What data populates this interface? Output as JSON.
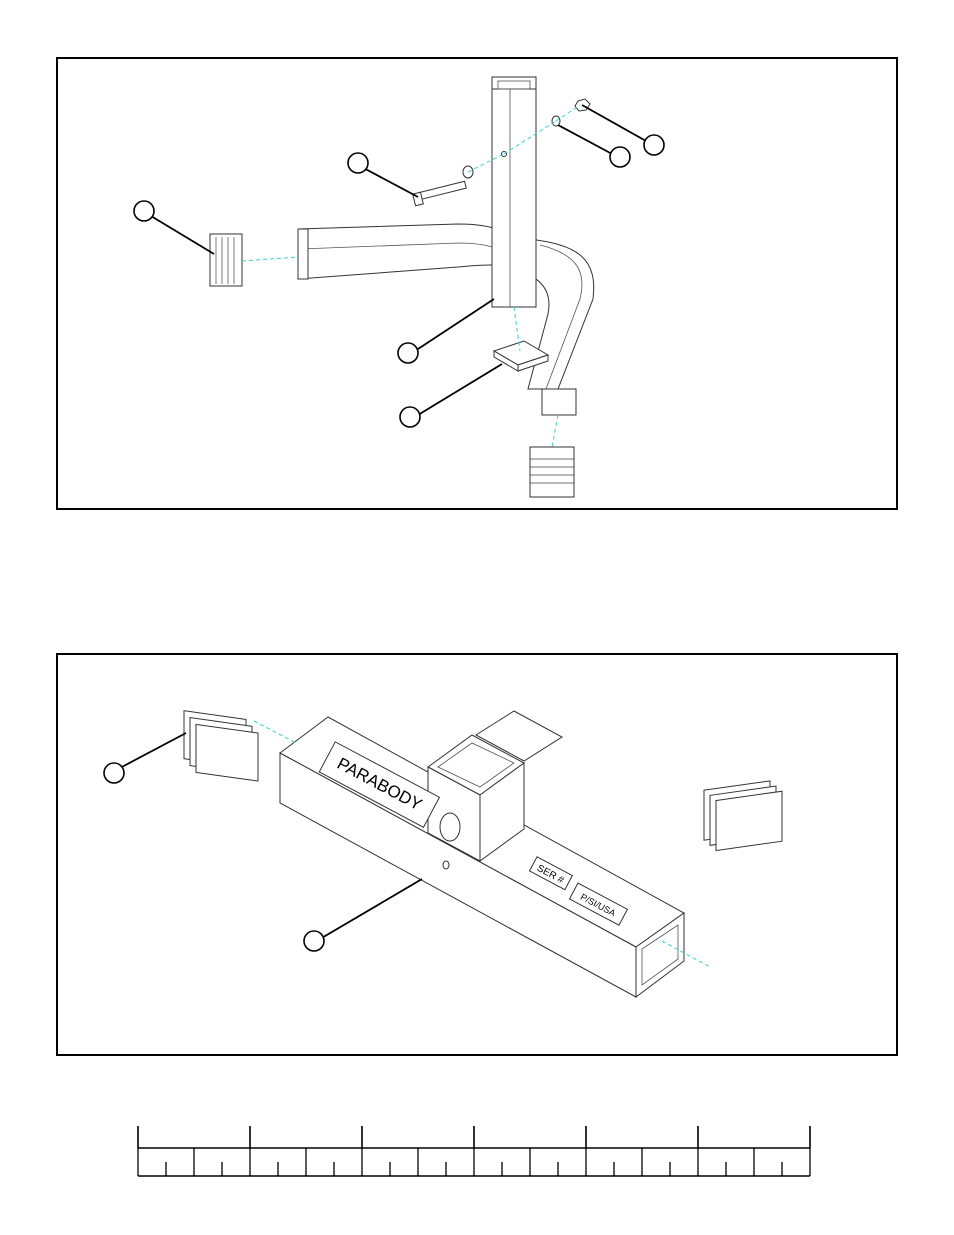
{
  "top_panel": {
    "callouts": [
      "",
      "",
      "",
      "",
      "",
      ""
    ]
  },
  "bottom_panel": {
    "callouts": [
      "",
      ""
    ],
    "brand_label": "PARABODY",
    "serial_label": "SER #",
    "origin_label": "P/SI/USA"
  },
  "scale_bar": {
    "major_divisions": 6,
    "minor_ticks": 24
  }
}
